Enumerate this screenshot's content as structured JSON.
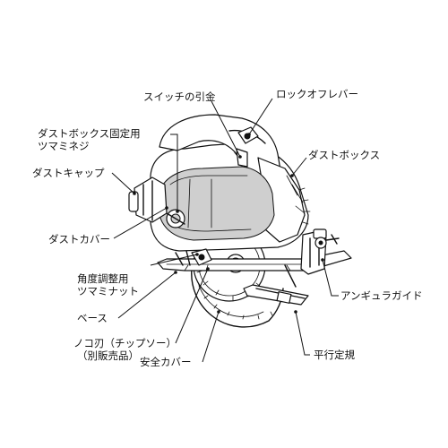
{
  "labels": {
    "switch_trigger": "スイッチの引金",
    "lock_off_lever": "ロックオフレバー",
    "dust_box_knob_line1": "ダストボックス固定用",
    "dust_box_knob_line2": "ツマミネジ",
    "dust_box": "ダストボックス",
    "dust_cap": "ダストキャップ",
    "dust_cover": "ダストカバー",
    "angle_knob_line1": "角度調整用",
    "angle_knob_line2": "ツマミナット",
    "angle_guide": "アンギュラガイド",
    "base": "ベース",
    "saw_blade_line1": "ノコ刃（チップソー）",
    "saw_blade_line2": "（別販売品）",
    "safety_cover": "安全カバー",
    "parallel_guide": "平行定規"
  }
}
